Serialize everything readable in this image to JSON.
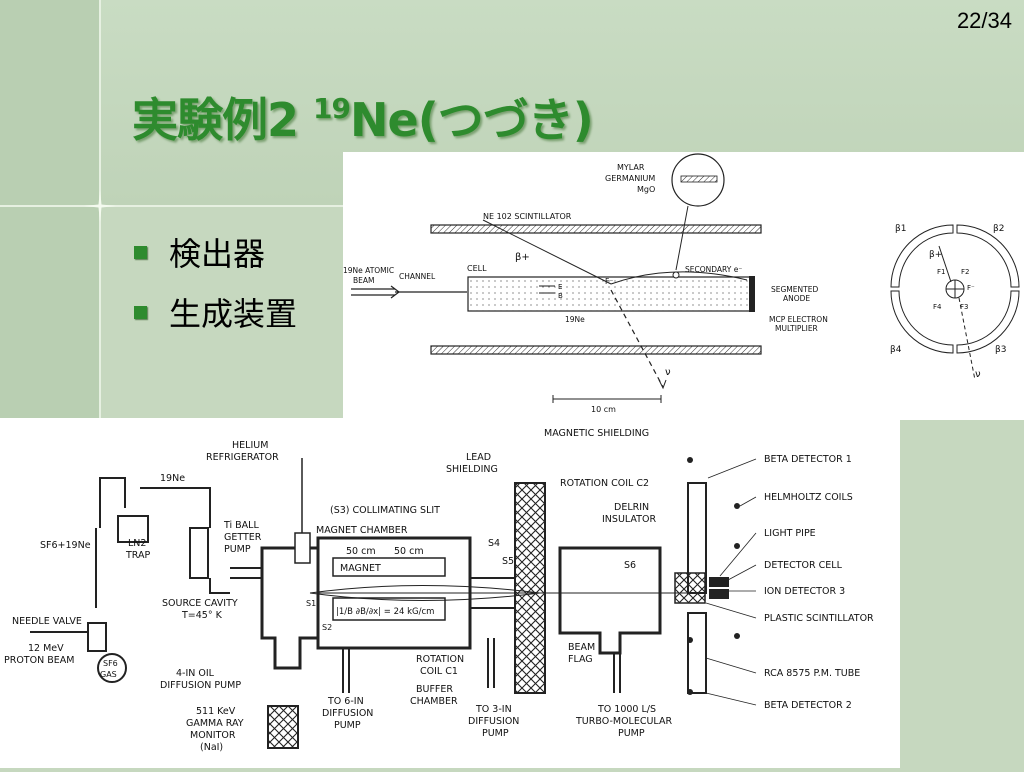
{
  "slide": {
    "page_number": "22/34",
    "title_prefix": "実験例2 ",
    "title_sup": "19",
    "title_suffix": "Ne(つづき)",
    "bullets": [
      "検出器",
      "生成装置"
    ]
  },
  "top_diagram": {
    "mylar": "MYLAR",
    "germanium": "GERMANIUM",
    "mgo": "MgO",
    "scintillator": "NE 102 SCINTILLATOR",
    "beam1": "19Ne ATOMIC",
    "beam2": "BEAM",
    "channel": "CHANNEL",
    "cell": "CELL",
    "beta_plus": "β+",
    "secondary": "SECONDARY e⁻",
    "segmented1": "SEGMENTED",
    "segmented2": "ANODE",
    "mcp1": "MCP ELECTRON",
    "mcp2": "MULTIPLIER",
    "ne19": "19Ne",
    "e_field": "E",
    "b_field": "B",
    "f_minus": "F⁻",
    "nu": "ν",
    "scale": "10 cm",
    "b1": "β1",
    "b2": "β2",
    "b3": "β3",
    "b4": "β4",
    "f1": "F1",
    "f2": "F2",
    "f3": "F3",
    "f4": "F4"
  },
  "bottom_diagram": {
    "helium1": "HELIUM",
    "helium2": "REFRIGERATOR",
    "ne19": "19Ne",
    "sf6": "SF6+19Ne",
    "ln2": "LN2",
    "trap": "TRAP",
    "ti1": "Ti BALL",
    "ti2": "GETTER",
    "ti3": "PUMP",
    "needle": "NEEDLE VALVE",
    "proton1": "12 MeV",
    "proton2": "PROTON BEAM",
    "sf6gas1": "SF6",
    "sf6gas2": "GAS",
    "source1": "SOURCE CAVITY",
    "source2": "T=45° K",
    "oil1": "4-IN OIL",
    "oil2": "DIFFUSION PUMP",
    "gamma1": "511 KeV",
    "gamma2": "GAMMA RAY",
    "gamma3": "MONITOR",
    "gamma4": "(NaI)",
    "collimating": "(S3) COLLIMATING SLIT",
    "magnet_chamber": "MAGNET CHAMBER",
    "dim1": "50 cm",
    "dim2": "50 cm",
    "magnet": "MAGNET",
    "gradient": "|1/B ∂B/∂x| = 24 kG/cm",
    "lead1": "LEAD",
    "lead2": "SHIELDING",
    "mag_shield": "MAGNETIC SHIELDING",
    "rot_c2": "ROTATION COIL C2",
    "delrin1": "DELRIN",
    "delrin2": "INSULATOR",
    "s1": "S1",
    "s2": "S2",
    "s4": "S4",
    "s5": "S5",
    "s6": "S6",
    "rot_c1a": "ROTATION",
    "rot_c1b": "COIL C1",
    "buffer1": "BUFFER",
    "buffer2": "CHAMBER",
    "to6a": "TO 6-IN",
    "to6b": "DIFFUSION",
    "to6c": "PUMP",
    "to3a": "TO 3-IN",
    "to3b": "DIFFUSION",
    "to3c": "PUMP",
    "beamflag1": "BEAM",
    "beamflag2": "FLAG",
    "to1000a": "TO 1000 L/S",
    "to1000b": "TURBO-MOLECULAR",
    "to1000c": "PUMP",
    "beta1": "BETA DETECTOR 1",
    "helmholtz": "HELMHOLTZ COILS",
    "light_pipe": "LIGHT PIPE",
    "det_cell": "DETECTOR CELL",
    "ion_det": "ION DETECTOR 3",
    "plastic": "PLASTIC SCINTILLATOR",
    "rca": "RCA 8575 P.M. TUBE",
    "beta2": "BETA DETECTOR 2"
  }
}
